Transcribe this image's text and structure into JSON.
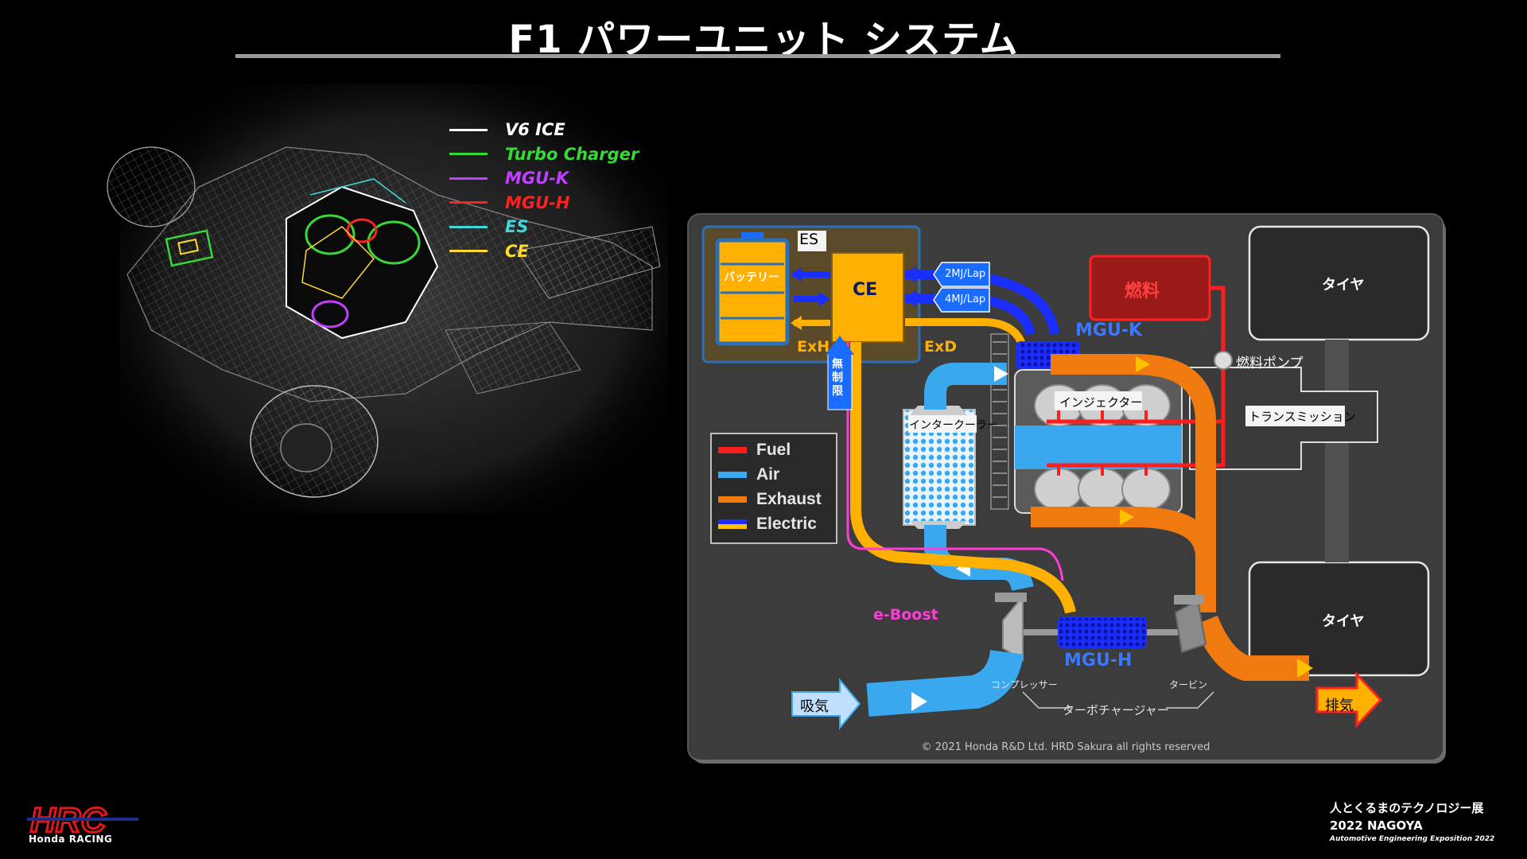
{
  "title": "F1 パワーユニット システム",
  "component_legend": [
    {
      "label": "V6 ICE",
      "color": "#ffffff"
    },
    {
      "label": "Turbo Charger",
      "color": "#39d839"
    },
    {
      "label": "MGU-K",
      "color": "#c040ff"
    },
    {
      "label": "MGU-H",
      "color": "#ff2020"
    },
    {
      "label": "ES",
      "color": "#40d8d8"
    },
    {
      "label": "CE",
      "color": "#ffd830"
    }
  ],
  "diagram": {
    "es_label": "ES",
    "battery_label": "バッテリー",
    "ce_label": "CE",
    "exh_label": "ExH",
    "exd_label": "ExD",
    "flow_2mj": "2MJ/Lap",
    "flow_4mj": "4MJ/Lap",
    "unlimited_label": "無制限",
    "fuel_label": "燃料",
    "mguk_label": "MGU-K",
    "fuel_pump_label": "燃料ポンプ",
    "injector_label": "インジェクター",
    "transmission_label": "トランスミッション",
    "tyre_top_label": "タイヤ",
    "tyre_bottom_label": "タイヤ",
    "intercooler_label": "インタークーラー",
    "eboost_label": "e-Boost",
    "mguh_label": "MGU-H",
    "intake_label": "吸気",
    "exhaust_out_label": "排気",
    "compressor_label": "コンプレッサー",
    "turbine_label": "タービン",
    "turbocharger_label": "ターボチャージャー",
    "copyright": "© 2021 Honda R&D Ltd. HRD Sakura all rights reserved"
  },
  "flow_legend": [
    {
      "label": "Fuel",
      "colors": [
        "#ff1e1e"
      ]
    },
    {
      "label": "Air",
      "colors": [
        "#3aa8ef"
      ]
    },
    {
      "label": "Exhaust",
      "colors": [
        "#f07a10"
      ]
    },
    {
      "label": "Electric",
      "colors": [
        "#1a2eff",
        "#ffc000"
      ]
    }
  ],
  "footer": {
    "brand_text": "Honda RACING",
    "logo_text": "HRC",
    "expo_line1": "人とくるまのテクノロジー展",
    "expo_line2": "2022 NAGOYA",
    "expo_line3": "Automotive Engineering Exposition 2022"
  }
}
